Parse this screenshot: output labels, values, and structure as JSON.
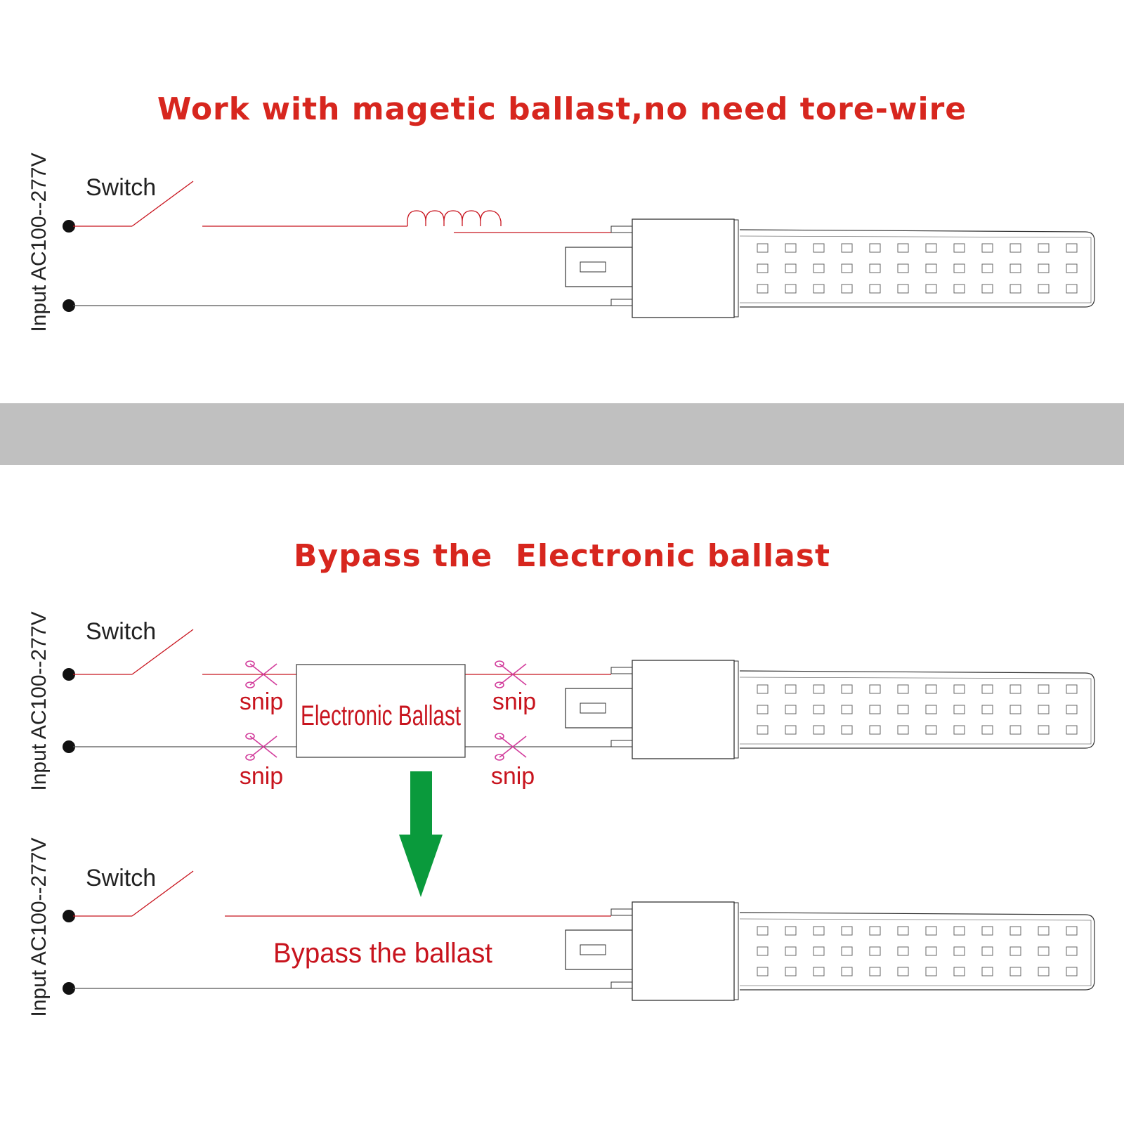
{
  "section1": {
    "title": "Work with magetic ballast,no need tore-wire",
    "switch_label": "Switch",
    "input_label": "Input AC100--277V"
  },
  "section2": {
    "title": "Bypass the  Electronic ballast",
    "switch_label": "Switch",
    "input_label": "Input AC100--277V",
    "ballast_label": "Electronic Ballast",
    "snip_labels": [
      "snip",
      "snip",
      "snip",
      "snip"
    ]
  },
  "section3": {
    "switch_label": "Switch",
    "input_label": "Input AC100--277V",
    "bypass_label": "Bypass the ballast"
  },
  "colors": {
    "title_red": "#d7261e",
    "wire_red": "#c8141e",
    "wire_gray": "#555555",
    "snip_pink": "#d23c9b",
    "divider_gray": "#c0c0c0",
    "arrow_green": "#0a9a3c"
  },
  "icons": [
    "scissors-icon",
    "down-arrow-icon",
    "inductor-coil-icon",
    "led-lamp-icon",
    "terminal-dot-icon",
    "switch-icon"
  ]
}
